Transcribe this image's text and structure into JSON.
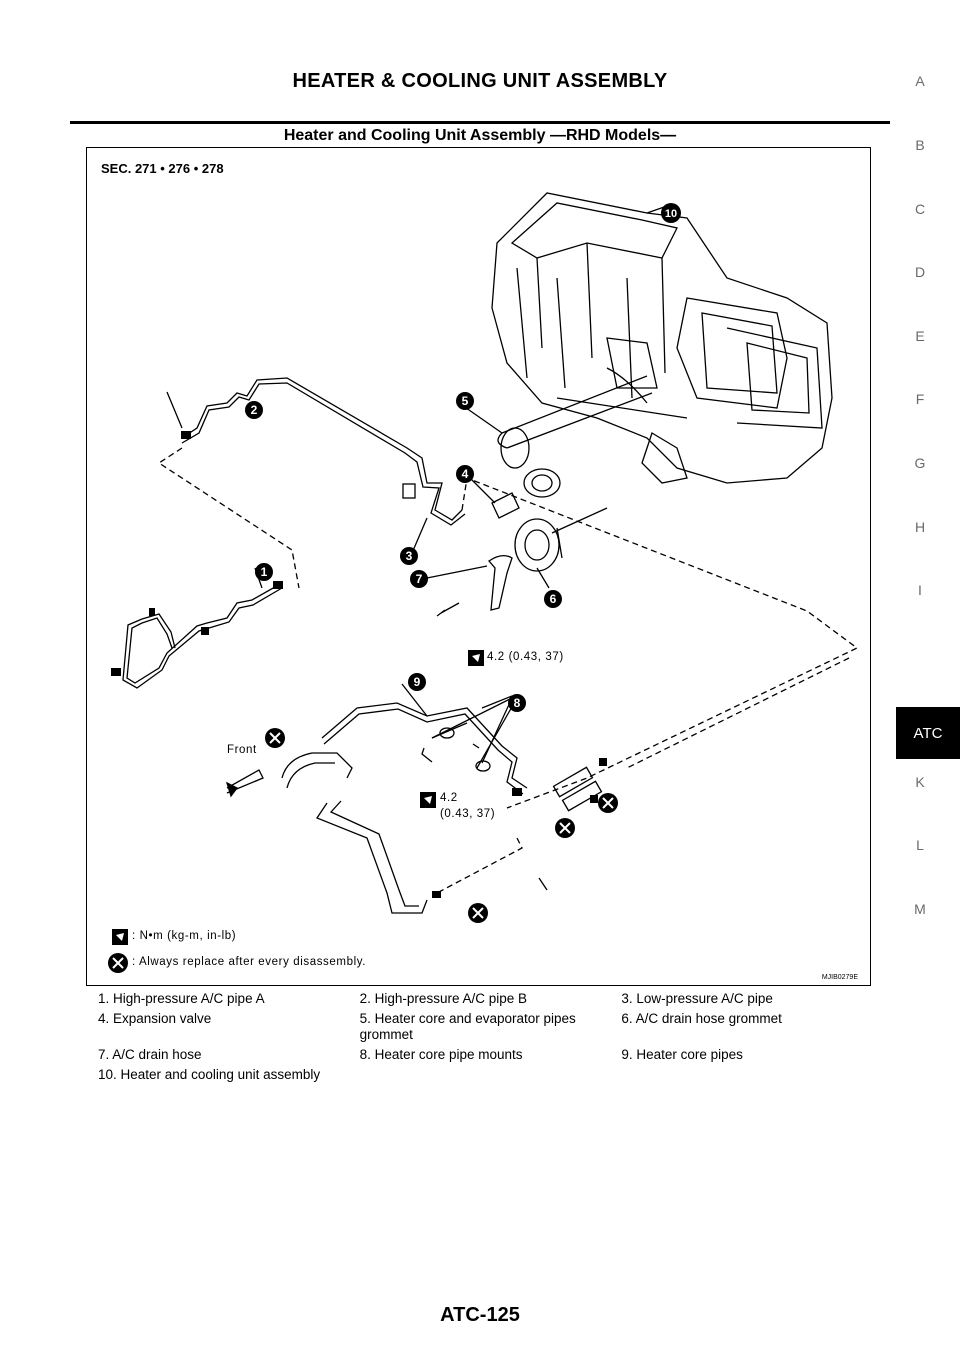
{
  "page": {
    "header": "HEATER & COOLING UNIT ASSEMBLY",
    "section_title": "Heater and Cooling Unit Assembly —RHD Models—",
    "footer": "ATC-125"
  },
  "side_index": {
    "letters": [
      "A",
      "B",
      "C",
      "D",
      "E",
      "F",
      "G",
      "H",
      "I"
    ],
    "letters_after": [
      "K",
      "L",
      "M"
    ],
    "active_tab": "ATC"
  },
  "figure": {
    "sec_label": "SEC. 271 • 276 • 278",
    "callouts": [
      "1",
      "2",
      "3",
      "4",
      "5",
      "6",
      "7",
      "8",
      "9",
      "10"
    ],
    "torque_1": "4.2 (0.43, 37)",
    "torque_2_line1": "4.2",
    "torque_2_line2": "(0.43, 37)",
    "front_label": "Front",
    "legend_torque": ": N•m (kg-m, in-lb)",
    "legend_replace": ": Always replace after every disassembly.",
    "figure_id": "MJIB0279E"
  },
  "parts": [
    [
      "1. High-pressure A/C pipe A",
      "2. High-pressure A/C pipe B",
      "3. Low-pressure A/C pipe"
    ],
    [
      "4. Expansion valve",
      "5. Heater core and evaporator pipes grommet",
      "6. A/C drain hose grommet"
    ],
    [
      "7. A/C drain hose",
      "8. Heater core pipe mounts",
      "9. Heater core pipes"
    ],
    [
      "10. Heater and cooling unit assembly",
      "",
      ""
    ]
  ]
}
